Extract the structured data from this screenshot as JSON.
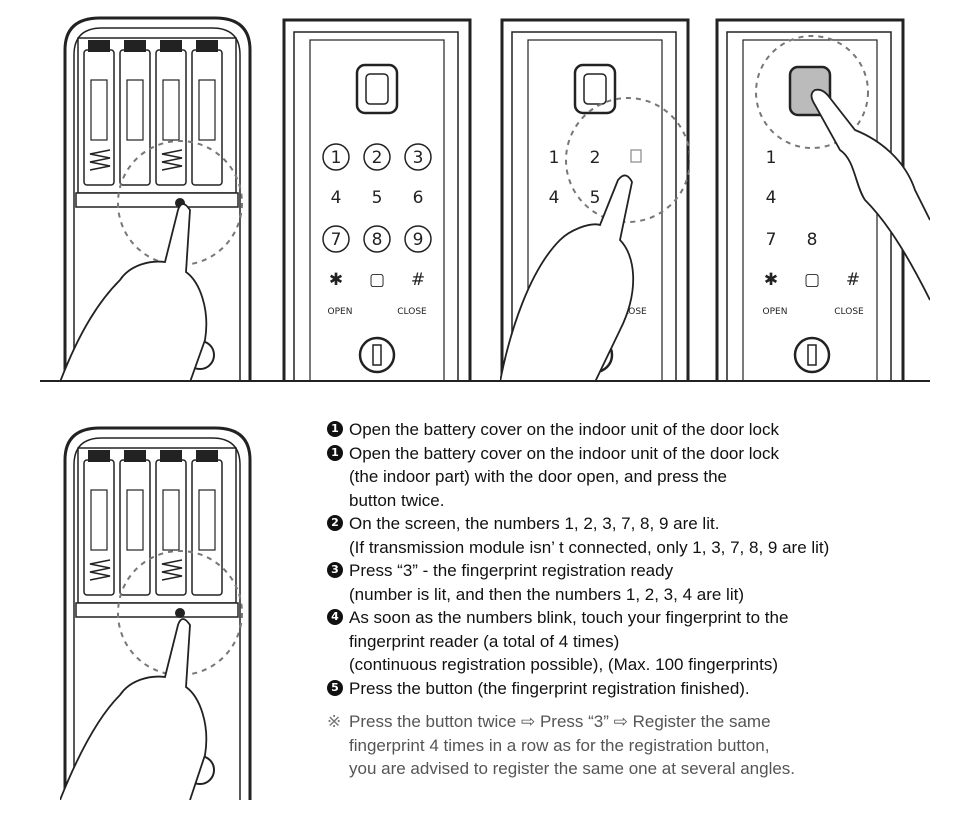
{
  "keypad": {
    "rows": [
      [
        "1",
        "2",
        "3"
      ],
      [
        "4",
        "5",
        "6"
      ],
      [
        "7",
        "8",
        "9"
      ],
      [
        "✱",
        "▢",
        "#"
      ]
    ],
    "open_label": "OPEN",
    "close_label": "CLOSE"
  },
  "steps": [
    {
      "marker": "1",
      "lines": [
        "Open the battery cover on the indoor unit of the door lock"
      ]
    },
    {
      "marker": "1",
      "lines": [
        "Open the battery cover on the indoor unit of the door lock",
        "(the indoor part) with the door open, and press the",
        "button twice."
      ]
    },
    {
      "marker": "2",
      "lines": [
        "On the screen, the numbers 1, 2, 3, 7, 8, 9  are lit.",
        "(If transmission module isn’ t connected, only  1, 3, 7, 8, 9 are lit)"
      ]
    },
    {
      "marker": "3",
      "lines": [
        "Press “3”  -  the fingerprint registration ready",
        "(number is lit, and then the numbers 1, 2, 3, 4 are lit)"
      ]
    },
    {
      "marker": "4",
      "lines": [
        "As soon as the numbers blink, touch your fingerprint to the",
        "fingerprint reader (a total of 4 times)",
        "(continuous registration possible), (Max. 100 fingerprints)"
      ]
    },
    {
      "marker": "5",
      "lines": [
        "Press the button (the fingerprint registration finished)."
      ]
    }
  ],
  "note": {
    "mark": "※",
    "lines": [
      "Press the button twice ⇨ Press “3” ⇨ Register the same",
      "fingerprint 4 times in a row as for the registration button,",
      "you are advised to register the same one at several angles."
    ]
  }
}
